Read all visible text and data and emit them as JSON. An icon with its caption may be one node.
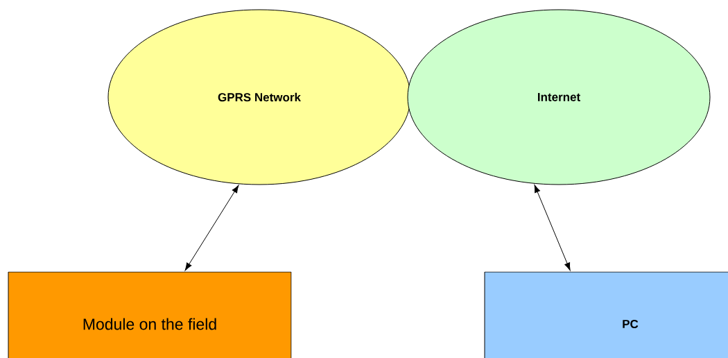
{
  "diagram": {
    "nodes": [
      {
        "text": [
          "GPRS Network"
        ]
      },
      {
        "text": [
          "Internet"
        ]
      },
      {
        "text": [
          "Module on the field"
        ]
      },
      {
        "text": [
          "PC"
        ]
      }
    ],
    "edges": [
      {
        "from": 2,
        "to": 0,
        "arrow": "both"
      },
      {
        "from": 3,
        "to": 1,
        "arrow": "both"
      }
    ]
  }
}
